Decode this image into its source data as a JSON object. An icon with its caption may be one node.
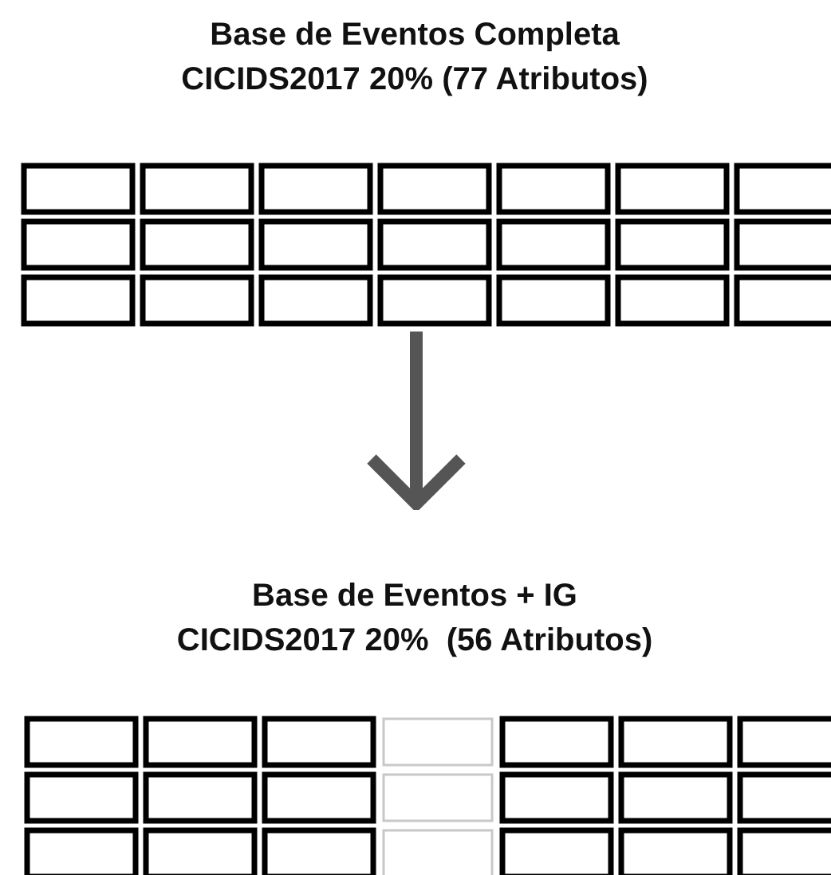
{
  "diagram": {
    "nodes": [
      {
        "text": [
          "Base de Eventos Completa CICIDS2017 20% (77 Atributos)"
        ]
      },
      {
        "text": [],
        "shape": "grid"
      },
      {
        "text": [
          "Base de Eventos + IG CICIDS2017 20%  (56 Atributos)"
        ]
      },
      {
        "text": [],
        "shape": "grid"
      }
    ],
    "edges": [
      {
        "from": 1,
        "to": 2,
        "arrow": "to"
      }
    ]
  }
}
